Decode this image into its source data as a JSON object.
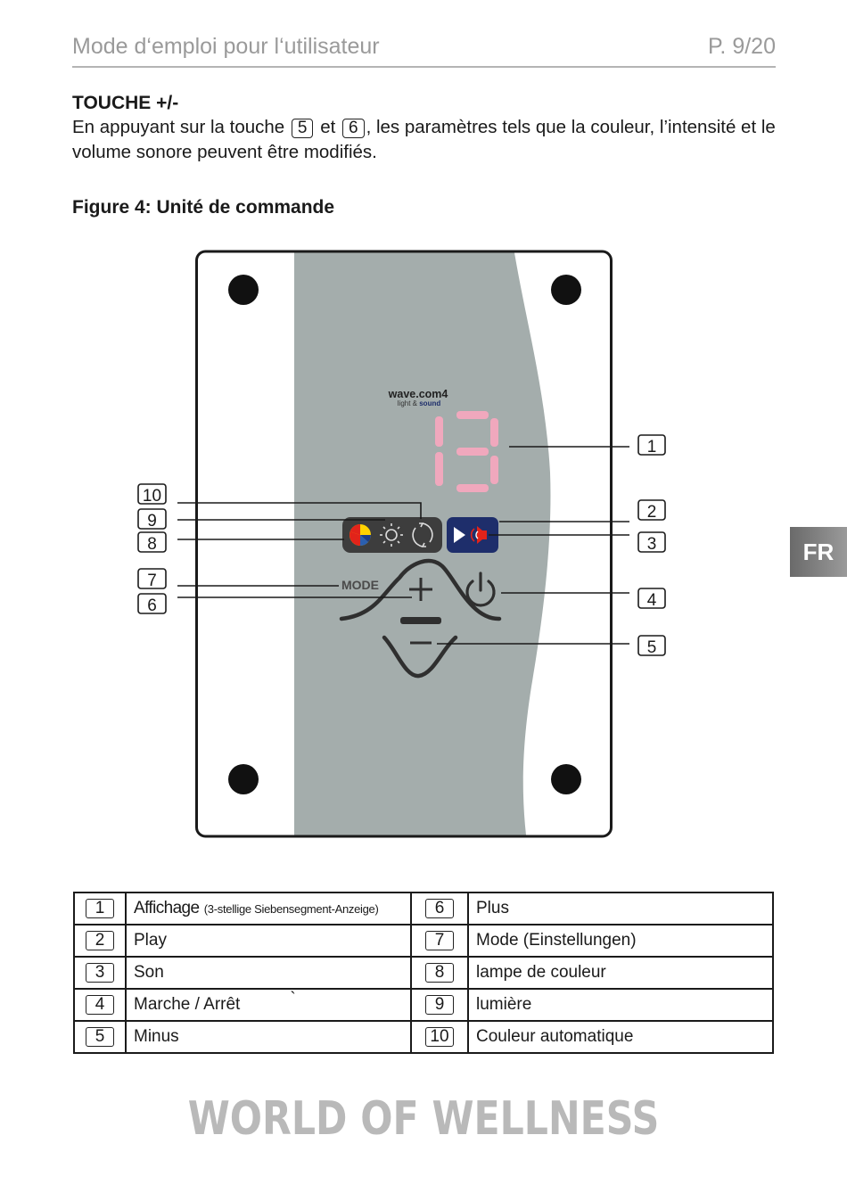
{
  "header": {
    "title": "Mode d‘emploi pour l‘utilisateur",
    "page": "P. 9/20"
  },
  "section": {
    "title": "TOUCHE +/-",
    "text_before": "En appuyant sur la touche",
    "key_a": "5",
    "text_middle": "et",
    "key_b": "6",
    "text_after": ", les paramètres tels que la couleur, l’intensité et le volume sonore peuvent être modifiés."
  },
  "figure": {
    "title": "Figure 4: Unité de commande",
    "brand_main": "wave.com4",
    "brand_sub_light": "light &",
    "brand_sub_sound": "sound",
    "display_value": "13",
    "mode_label": "MODE",
    "callouts_left": [
      "10",
      "9",
      "8",
      "7",
      "6"
    ],
    "callouts_right": [
      "1",
      "2",
      "3",
      "4",
      "5"
    ],
    "colors": {
      "panel": "#a4adac",
      "display_segment": "#f0a8bd",
      "play_button": "#1e2e6b",
      "button_bar": "#3d3d3d"
    }
  },
  "legend": {
    "rows": [
      {
        "n1": "1",
        "label1": "Affichage",
        "label1_small": "(3-stellige Siebensegment-Anzeige)",
        "n2": "6",
        "label2": "Plus"
      },
      {
        "n1": "2",
        "label1": "Play",
        "n2": "7",
        "label2": "Mode (Einstellungen)"
      },
      {
        "n1": "3",
        "label1": "Son",
        "n2": "8",
        "label2": "lampe de couleur"
      },
      {
        "n1": "4",
        "label1": "Marche / Arrêt",
        "label1_mark": "`",
        "n2": "9",
        "label2": "lumière"
      },
      {
        "n1": "5",
        "label1": "Minus",
        "n2": "10",
        "label2": "Couleur automatique"
      }
    ]
  },
  "footer": {
    "brand": "WORLD OF WELLNESS"
  },
  "tab": {
    "lang": "FR"
  }
}
